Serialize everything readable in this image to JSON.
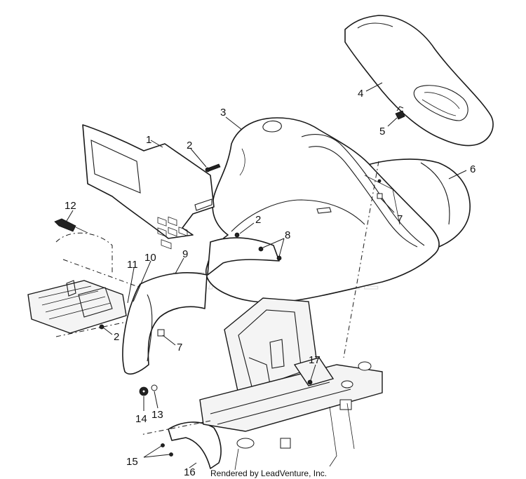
{
  "diagram": {
    "callouts": [
      {
        "id": "c1",
        "label": "1"
      },
      {
        "id": "c2a",
        "label": "2"
      },
      {
        "id": "c2b",
        "label": "2"
      },
      {
        "id": "c2c",
        "label": "2"
      },
      {
        "id": "c3",
        "label": "3"
      },
      {
        "id": "c4",
        "label": "4"
      },
      {
        "id": "c5",
        "label": "5"
      },
      {
        "id": "c6",
        "label": "6"
      },
      {
        "id": "c7a",
        "label": "7"
      },
      {
        "id": "c7b",
        "label": "7"
      },
      {
        "id": "c8",
        "label": "8"
      },
      {
        "id": "c9",
        "label": "9"
      },
      {
        "id": "c10",
        "label": "10"
      },
      {
        "id": "c11",
        "label": "11"
      },
      {
        "id": "c12",
        "label": "12"
      },
      {
        "id": "c13",
        "label": "13"
      },
      {
        "id": "c14",
        "label": "14"
      },
      {
        "id": "c15",
        "label": "15"
      },
      {
        "id": "c16",
        "label": "16"
      },
      {
        "id": "c17",
        "label": "17"
      }
    ],
    "watermark": "LEADVENTURE",
    "credit": "Rendered by LeadVenture, Inc."
  }
}
